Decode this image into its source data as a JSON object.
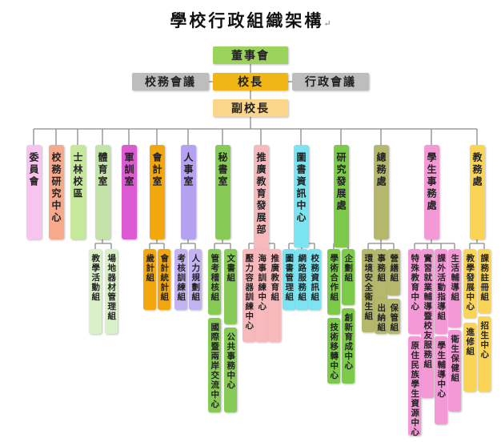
{
  "title": "學校行政組織架構",
  "title_mark": "↵",
  "colors": {
    "board": "#9bd25c",
    "principal": "#f0b616",
    "side": "#bdbdbd",
    "vice": "#fad58a",
    "line": "#8a8a8a"
  },
  "top": {
    "board": "董事會",
    "principal": "校長",
    "left_meeting": "校務會議",
    "right_meeting": "行政會議",
    "vice_principal": "副校長"
  },
  "departments": [
    {
      "key": "committee",
      "label": "委員會",
      "color": "#f8c3ee",
      "subs": []
    },
    {
      "key": "research",
      "label": "校務研究中心",
      "color": "#f7a98c",
      "subs": []
    },
    {
      "key": "shilin",
      "label": "士林校區",
      "color": "#c6e89a",
      "subs": []
    },
    {
      "key": "pe",
      "label": "體育室",
      "color": "#c4e3a8",
      "subs": [
        "教學活動組",
        "場地器材管理組"
      ],
      "sub_color": "#daf0c8"
    },
    {
      "key": "military",
      "label": "軍訓室",
      "color": "#dc5ad2",
      "subs": []
    },
    {
      "key": "accounting",
      "label": "會計室",
      "color": "#f2a70e",
      "subs": [
        "歲計組",
        "會計統計組"
      ],
      "sub_color": "#f2a70e"
    },
    {
      "key": "personnel",
      "label": "人事室",
      "color": "#b4a1ef",
      "subs": [
        "考核訓練組",
        "人力規劃組"
      ],
      "sub_color": "#c3b3f3"
    },
    {
      "key": "secretariat",
      "label": "秘書室",
      "color": "#87ca55",
      "subs": [
        "管考稽核組",
        "國際暨兩岸交流中心",
        "文書組",
        "公共事務中心"
      ],
      "sub_color": "#87ca55"
    },
    {
      "key": "extension",
      "label": "推廣教育發展部",
      "color": "#f8b9bd",
      "subs": [
        "壓力容器訓練中心",
        "海事訓練中心",
        "推廣教育組"
      ],
      "sub_color": "#f8b9bd"
    },
    {
      "key": "library",
      "label": "圖書資訊中心",
      "color": "#7ce3f0",
      "subs": [
        "圖書管理組",
        "網路服務組",
        "校務資訊組"
      ],
      "sub_color": "#7ce3f0"
    },
    {
      "key": "rnd",
      "label": "研究發展處",
      "color": "#7dc94a",
      "subs": [
        "學術合作組",
        "技術移轉中心",
        "企劃組",
        "創新育成中心"
      ],
      "sub_color": "#7dc94a"
    },
    {
      "key": "general",
      "label": "總務處",
      "color": "#b5b76c",
      "subs": [
        "環境安全衛生組",
        "事務組",
        "出納組",
        "營繕組",
        "保管組"
      ],
      "sub_color": "#b5b76c"
    },
    {
      "key": "student",
      "label": "學生事務處",
      "color": "#f39ad6",
      "subs": [
        "特殊教育中心",
        "原住民族學生資源中心",
        "實習就業輔導暨校友服務組",
        "課外活動指導組",
        "學生輔導中心",
        "生活輔導組",
        "衛生保健組"
      ],
      "sub_color": "#f39ad6"
    },
    {
      "key": "academic",
      "label": "教務處",
      "color": "#fad457",
      "subs": [
        "教學發展中心",
        "進修組",
        "課務註冊組",
        "招生中心"
      ],
      "sub_color": "#fad457"
    }
  ]
}
